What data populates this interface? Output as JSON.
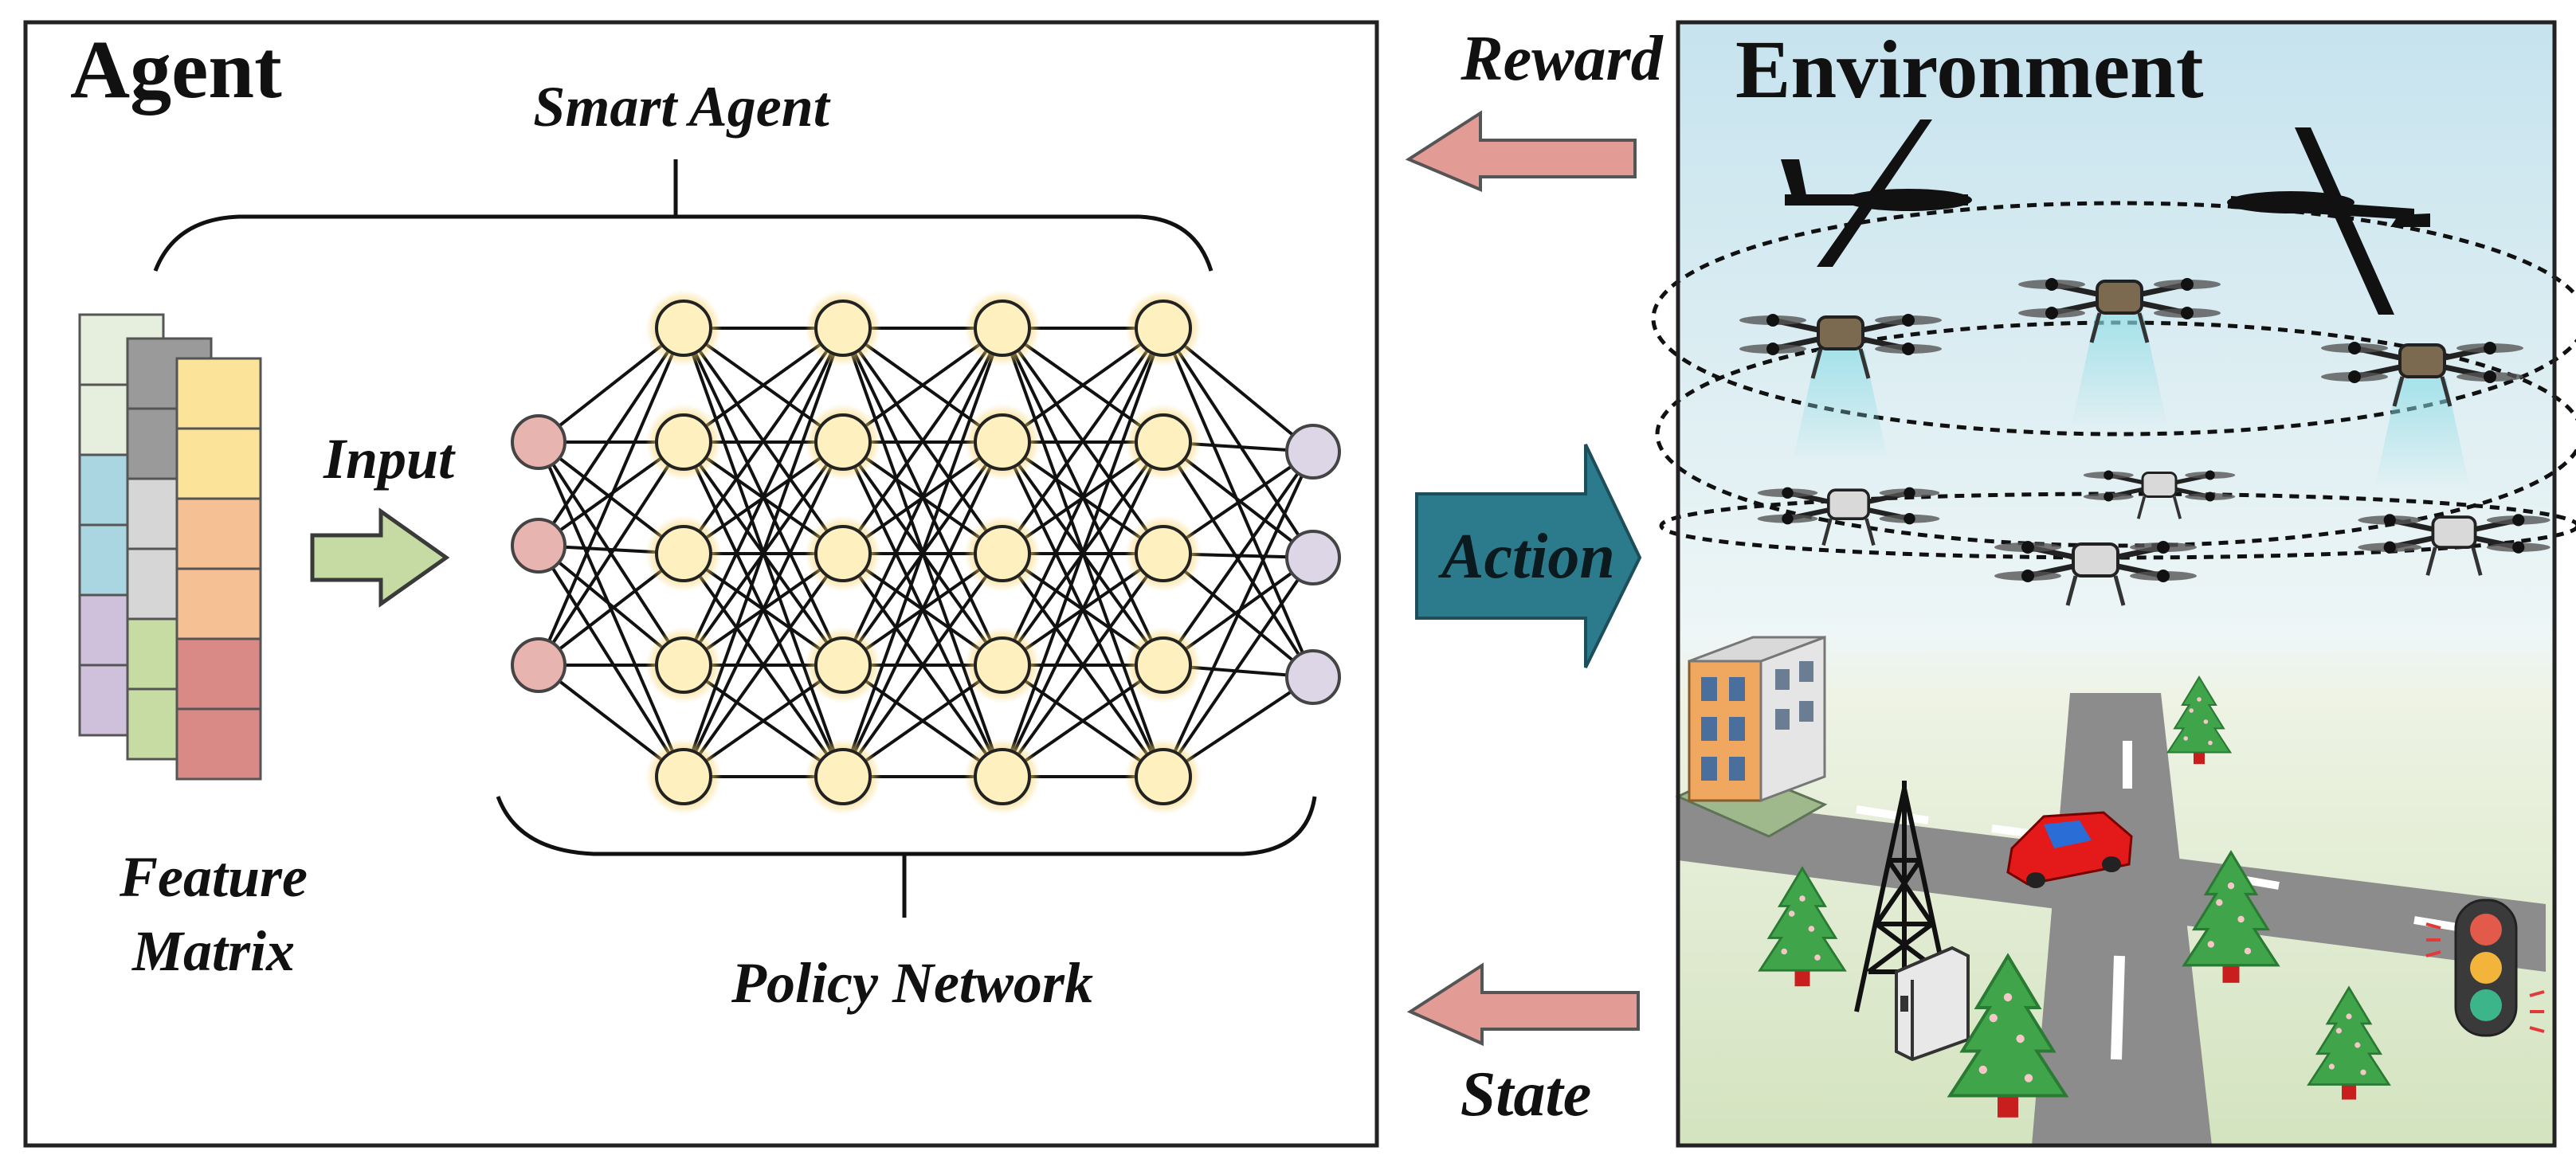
{
  "agent": {
    "title": "Agent",
    "smart_agent_label": "Smart Agent",
    "input_label": "Input",
    "feature_matrix_line1": "Feature",
    "feature_matrix_line2": "Matrix",
    "policy_network_label": "Policy Network"
  },
  "arrows": {
    "reward_label": "Reward",
    "action_label": "Action",
    "state_label": "State"
  },
  "environment": {
    "title": "Environment"
  },
  "colors": {
    "input_node": "#e8b4b0",
    "hidden_node": "#fff0c0",
    "hidden_glow": "#f6d36a",
    "output_node": "#dcd6e6",
    "reward_arrow": "#e39b95",
    "state_arrow": "#e39b95",
    "action_arrow": "#2b7b8c",
    "input_arrow": "#c5dba3",
    "sky_top": "#c8e4ee",
    "ground": "#d8e6c4",
    "road": "#8c8c8c"
  },
  "network": {
    "layers": [
      3,
      5,
      5,
      5,
      5,
      3
    ]
  },
  "feature_matrix": {
    "columns": [
      [
        "#e6efdd",
        "#e6efdd",
        "#a9d6e0",
        "#a9d6e0",
        "#cfc1dc",
        "#cfc1dc"
      ],
      [
        "#9a9a9a",
        "#9a9a9a",
        "#d6d6d6",
        "#d6d6d6",
        "#c6dca3",
        "#c6dca3"
      ],
      [
        "#fbe39a",
        "#fbe39a",
        "#f6c095",
        "#f6c095",
        "#d98a86",
        "#d98a86"
      ]
    ]
  }
}
